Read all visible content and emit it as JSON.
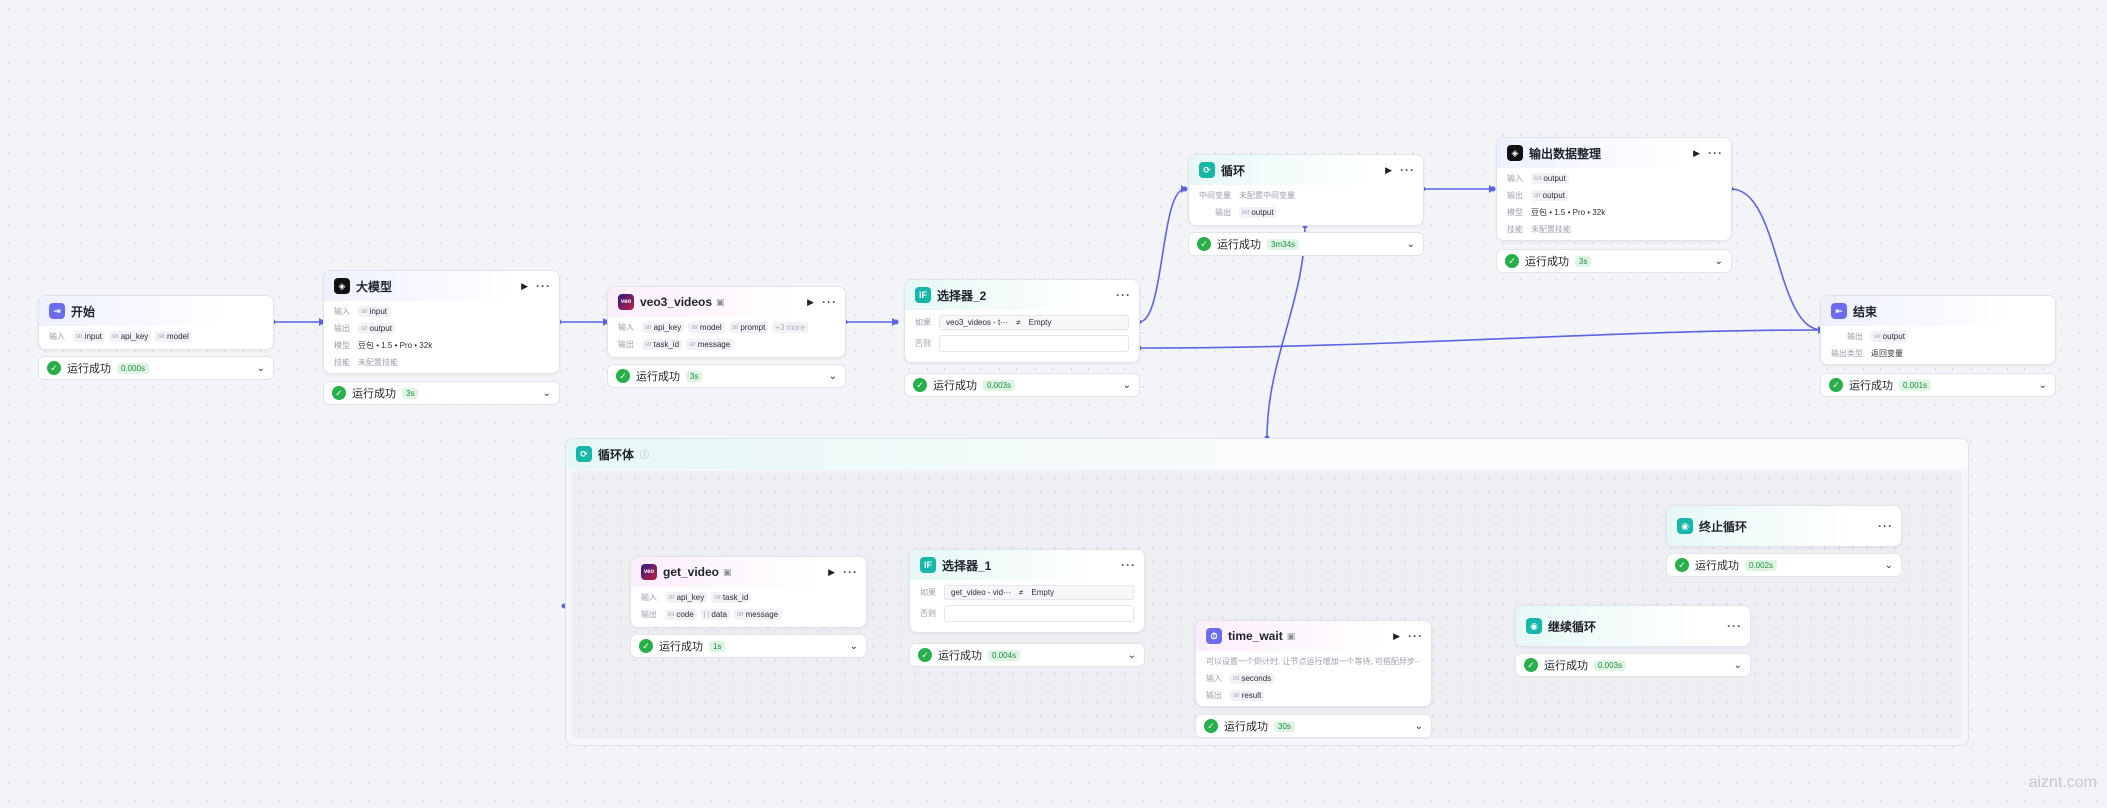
{
  "labels": {
    "input": "输入",
    "output": "输出",
    "model": "模型",
    "skill": "技能",
    "if": "如果",
    "else": "否则",
    "mid_var": "中间变量",
    "output_type": "输出类型"
  },
  "common": {
    "status_text": "运行成功",
    "not_configured_skill": "未配置技能"
  },
  "nodes": {
    "start": {
      "title": "开始",
      "inputs": [
        "input",
        "api_key",
        "model"
      ],
      "time": "0.000s"
    },
    "llm1": {
      "title": "大模型",
      "input": "input",
      "output": "output",
      "model": "豆包 • 1.5 • Pro • 32k",
      "time": "3s"
    },
    "veo3": {
      "title": "veo3_videos",
      "inputs": [
        "api_key",
        "model",
        "prompt",
        "+3 more"
      ],
      "outputs": [
        "task_id",
        "message"
      ],
      "time": "3s"
    },
    "selector2": {
      "title": "选择器_2",
      "cond_left": "veo3_videos - t···",
      "cond_op": "≠",
      "cond_right": "Empty",
      "time": "0.003s"
    },
    "loop": {
      "title": "循环",
      "mid_var_value": "未配置中间变量",
      "output": "output",
      "time": "3m34s"
    },
    "llm2": {
      "title": "输出数据整理",
      "input": "output",
      "output": "output",
      "model": "豆包 • 1.5 • Pro • 32k",
      "time": "3s"
    },
    "end": {
      "title": "结束",
      "output": "output",
      "output_type": "返回变量",
      "time": "0.001s"
    },
    "get_video": {
      "title": "get_video",
      "inputs": [
        "api_key",
        "task_id"
      ],
      "outputs": [
        "code",
        "data",
        "message"
      ],
      "time": "1s"
    },
    "selector1": {
      "title": "选择器_1",
      "cond_left": "get_video - vid···",
      "cond_op": "≠",
      "cond_right": "Empty",
      "time": "0.004s"
    },
    "stop_loop": {
      "title": "终止循环",
      "time": "0.002s"
    },
    "time_wait": {
      "title": "time_wait",
      "desc": "可以设置一个倒计时, 让节点运行增加一个等待, 可搭配异步···",
      "input": "seconds",
      "output": "result",
      "time": "30s"
    },
    "continue_loop": {
      "title": "继续循环",
      "time": "0.003s"
    }
  },
  "loop_body": {
    "title": "循环体"
  },
  "watermark": "aiznt.com",
  "colors": {
    "edge": "#5b63e6",
    "success": "#27b04a",
    "accent": "#6c6cf0"
  },
  "icons": {
    "start": "start-icon",
    "llm": "llm-icon",
    "plugin": "veo-icon",
    "selector": "if-icon",
    "loop": "loop-icon",
    "end": "end-icon",
    "stop": "stop-loop-icon",
    "continue": "continue-loop-icon",
    "timer": "timer-icon"
  }
}
